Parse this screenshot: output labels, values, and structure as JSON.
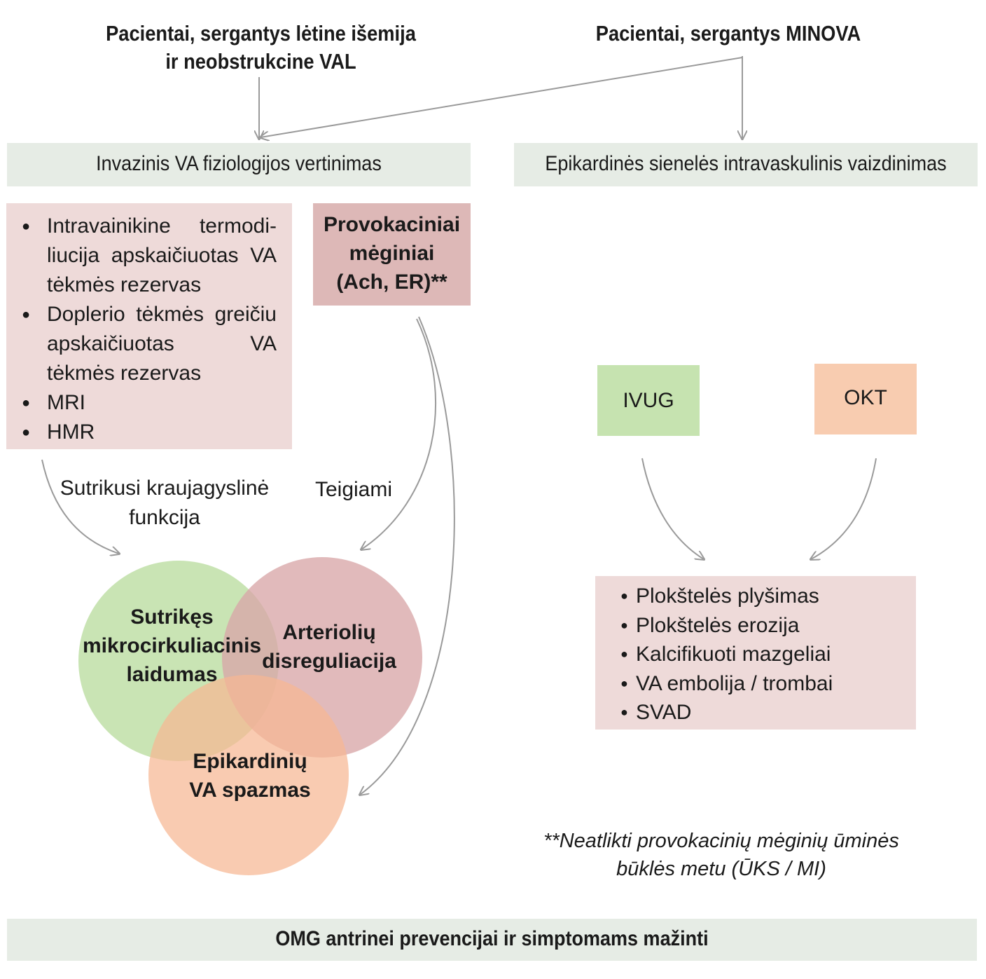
{
  "headers": {
    "left": "Pacientai, sergantys lėtine išemija ir neobstrukcine VAL",
    "right": "Pacientai, sergantys MINOVA"
  },
  "bars": {
    "left": "Invazinis VA fiziologijos vertinimas",
    "right": "Epikardinės sienelės intravaskulinis vaizdinimas",
    "bottom": "OMG antrinei prevencijai ir simptomams mažinti"
  },
  "left_box": {
    "items": [
      "Intravainikine termodi­liucija apskaičiuotas VA tėkmės rezervas",
      "Doplerio tėkmės greičiu apskaičiuotas VA tėkmės rezervas",
      "MRI",
      "HMR"
    ]
  },
  "provocation_box": "Provokaciniai mėginiai (Ach, ER)**",
  "labels": {
    "impaired_function": "Sutrikusi kraujagyslinė funkcija",
    "positive": "Teigiami"
  },
  "circles": {
    "microcirculation": "Sutrikęs mikrocirkuliacinis laidumas",
    "arteriole": "Arteriolių disreguliacija",
    "spasm": "Epikardinių VA spazmas"
  },
  "imaging": {
    "ivug": "IVUG",
    "okt": "OKT"
  },
  "findings": [
    "Plokštelės plyšimas",
    "Plokštelės erozija",
    "Kalcifikuoti mazgeliai",
    "VA embolija / trombai",
    "SVAD"
  ],
  "footnote": "**Neatlikti provokacinių mėginių ūminės būklės metu (ŪKS / MI)",
  "colors": {
    "grey_bar": "#e6ece5",
    "pink_box": "#eedad9",
    "rose_box": "#ddb8b7",
    "green": "#c6e3b0",
    "peach": "#f8ccb0",
    "arrow": "#9a9a9a"
  }
}
